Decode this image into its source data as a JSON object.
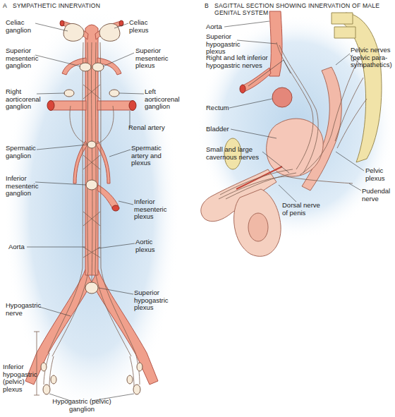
{
  "diagram": {
    "labels": [
      "A",
      "SYMPATHETIC INNERVATION",
      "B",
      "SAGITTAL SECTION SHOWING INNERVATION OF MALE GENITAL SYSTEM",
      "Celiac ganglion",
      "Celiac plexus",
      "Superior mesenteric ganglion",
      "Superior mesenteric plexus",
      "Right aorticorenal ganglion",
      "Left aorticorenal ganglion",
      "Renal artery",
      "Spermatic ganglion",
      "Spermatic artery and plexus",
      "Inferior mesenteric ganglion",
      "Inferior mesenteric plexus",
      "Aorta",
      "Aortic plexus",
      "Superior hypogastric plexus",
      "Hypogastric nerve",
      "Inferior hypogastric (pelvic) plexus",
      "Hypogastric (pelvic) ganglion",
      "Aorta",
      "Superior hypogastric plexus",
      "Right and left inferior hypogastric nerves",
      "Pelvic nerves (pelvic para- sympathetics)",
      "Rectum",
      "Bladder",
      "Small and large cavernous nerves",
      "Pelvic plexus",
      "Pudendal nerve",
      "Dorsal nerve of penis"
    ]
  }
}
